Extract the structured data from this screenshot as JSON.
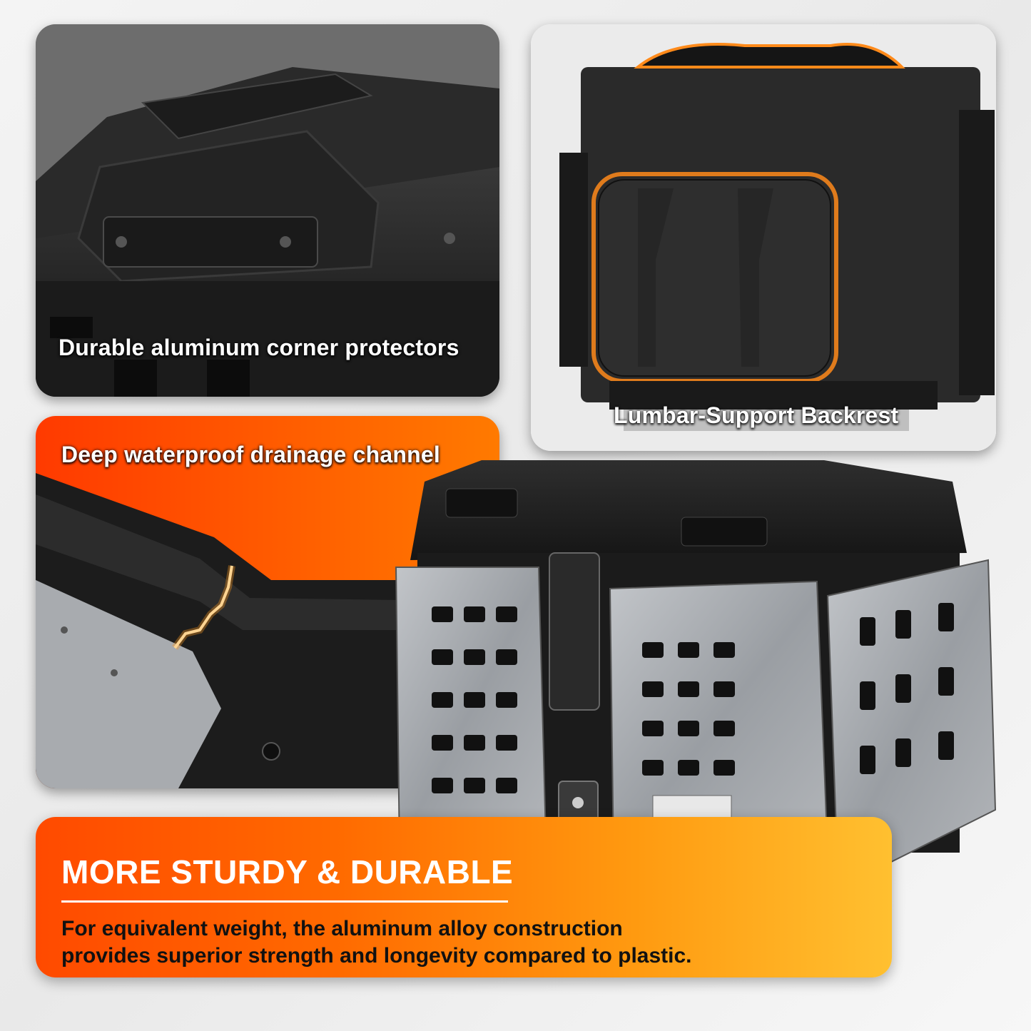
{
  "panels": {
    "corner": {
      "caption": "Durable aluminum corner protectors"
    },
    "backrest": {
      "caption": "Lumbar-Support Backrest"
    },
    "drainage": {
      "caption": "Deep waterproof drainage channel"
    }
  },
  "banner": {
    "title": "MORE STURDY & DURABLE",
    "body_line_1": "For equivalent weight, the aluminum alloy construction",
    "body_line_2": "provides superior strength and longevity compared to plastic."
  },
  "colors": {
    "accent_orange": "#ff5a00",
    "glow_orange": "#ff8a1a",
    "case_black": "#1e1e1e",
    "aluminum_gray": "#9a9ea3"
  },
  "icons": [
    "handle-icon",
    "lock-icon",
    "drainage-line-icon"
  ]
}
